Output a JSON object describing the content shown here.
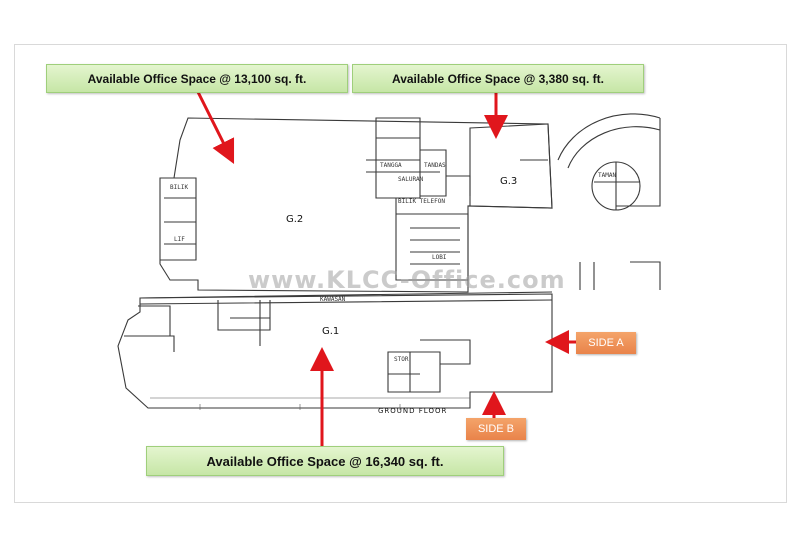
{
  "callouts": {
    "top_left": "Available Office Space @ 13,100 sq. ft.",
    "top_right": "Available Office Space @ 3,380 sq. ft.",
    "bottom": "Available Office Space @ 16,340 sq. ft."
  },
  "sides": {
    "a": "SIDE A",
    "b": "SIDE B"
  },
  "watermark": "www.KLCC-Office.com",
  "plan": {
    "zone_g1": "G.1",
    "zone_g2": "G.2",
    "zone_g3": "G.3",
    "floor_label": "GROUND FLOOR",
    "room_labels": [
      "BILIK",
      "TANGGA",
      "LIF",
      "SALURAN",
      "BILIK TELEFON",
      "TANDAS",
      "STOR",
      "TAMAN",
      "LOBI",
      "KAWASAN"
    ]
  },
  "colors": {
    "arrow": "#e0161c",
    "callout_fill": "#d4edbb",
    "side_fill": "#ee8f55",
    "line": "#3a3a3a"
  }
}
